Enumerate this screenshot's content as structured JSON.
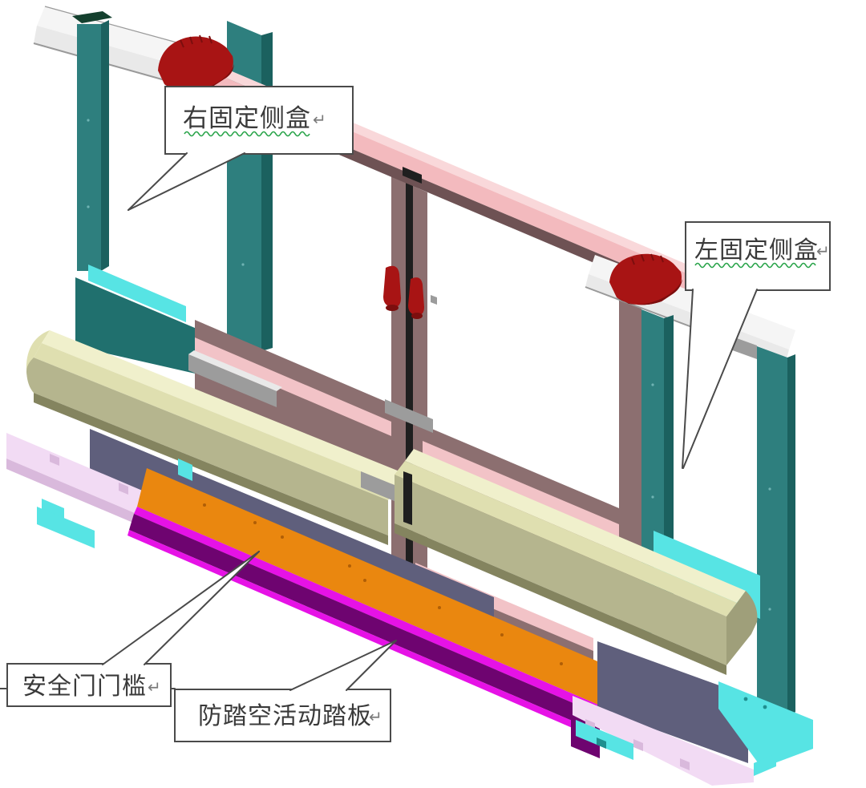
{
  "figure": {
    "type": "3d-cad-diagram",
    "description": "Isometric CAD illustration of a platform safety door bottom assembly with four callout labels"
  },
  "palette": {
    "teal_front": "#2E7F7E",
    "teal_side": "#1B615F",
    "teal_panel": "#20706E",
    "cap_green": "#14402E",
    "cyan_bright": "#57E4E4",
    "beam_top": "#F5F5F5",
    "beam_front": "#E9E9E9",
    "beam_edge_gray": "#9A9A9A",
    "rail_pink_top": "#F9D8DA",
    "rail_pink": "#F3BABE",
    "rail_underside": "#6E5254",
    "door_mauve": "#8C6F70",
    "door_pink_strip": "#F2C3C7",
    "door_gap_dark": "#1F1F1F",
    "clamp_red": "#A81414",
    "clamp_red_dark": "#7C0E0E",
    "threshold_top": "#F0F0CC",
    "threshold_chamfer": "#DFDFB0",
    "threshold_front": "#B5B58E",
    "threshold_shadow": "#84845F",
    "threshold_end": "#9F9F7A",
    "pedal_orange": "#EA870F",
    "pedal_dot": "#B05E06",
    "strip_magenta": "#E612E6",
    "strip_purple": "#6E0470",
    "base_lavender": "#F2DBF4",
    "base_lavender_front": "#D9B9DC",
    "box_slate": "#5F5F7C",
    "bracket_gray": "#9C9C9C",
    "screw_dot": "#6FB3B3",
    "leader_line": "#4A4A4A",
    "label_text": "#3A3A3A",
    "return_mark_gray": "#7A7A7A",
    "squiggle_green": "#27A348",
    "background": "#FFFFFF"
  },
  "callouts": [
    {
      "id": "right-fixed-side-box",
      "label": "右固定侧盒",
      "return_mark": "↵",
      "underline": "green-wavy"
    },
    {
      "id": "left-fixed-side-box",
      "label": "左固定侧盒",
      "return_mark": "↵",
      "underline": "green-wavy"
    },
    {
      "id": "safety-door-threshold",
      "label": "安全门门槛",
      "return_mark": "↵",
      "underline": "none"
    },
    {
      "id": "anti-gap-movable-pedal",
      "label": "防踏空活动踏板",
      "return_mark": "↵",
      "underline": "none"
    }
  ],
  "parts": [
    {
      "id": "right-fixed-side-frame",
      "color_key": "teal_front",
      "annotated_by": "右固定侧盒"
    },
    {
      "id": "left-fixed-side-frame",
      "color_key": "teal_front",
      "annotated_by": "左固定侧盒"
    },
    {
      "id": "top-cover-beam-left",
      "color_key": "beam_top",
      "annotated_by": null
    },
    {
      "id": "top-cover-beam-right",
      "color_key": "beam_top",
      "annotated_by": null
    },
    {
      "id": "top-guide-rail",
      "color_key": "rail_pink",
      "annotated_by": null
    },
    {
      "id": "rail-clamp-left",
      "color_key": "clamp_red",
      "annotated_by": null
    },
    {
      "id": "rail-clamp-right",
      "color_key": "clamp_red",
      "annotated_by": null
    },
    {
      "id": "sliding-door-panels",
      "color_key": "door_mauve",
      "annotated_by": null
    },
    {
      "id": "door-lock-handles",
      "color_key": "clamp_red",
      "annotated_by": null
    },
    {
      "id": "door-threshold",
      "color_key": "threshold_top",
      "annotated_by": "安全门门槛"
    },
    {
      "id": "movable-tread-plate",
      "color_key": "pedal_orange",
      "annotated_by": "防踏空活动踏板"
    },
    {
      "id": "tread-edge-strip",
      "color_key": "strip_magenta",
      "annotated_by": null
    },
    {
      "id": "mounting-box-left",
      "color_key": "box_slate",
      "annotated_by": null
    },
    {
      "id": "mounting-box-right",
      "color_key": "box_slate",
      "annotated_by": null
    },
    {
      "id": "base-plate-left",
      "color_key": "base_lavender",
      "annotated_by": null
    },
    {
      "id": "base-plate-right",
      "color_key": "base_lavender",
      "annotated_by": null
    },
    {
      "id": "anchor-base-plate",
      "color_key": "cyan_bright",
      "annotated_by": null
    },
    {
      "id": "window-sill-left",
      "color_key": "cyan_bright",
      "annotated_by": null
    },
    {
      "id": "window-sill-right",
      "color_key": "cyan_bright",
      "annotated_by": null
    }
  ]
}
